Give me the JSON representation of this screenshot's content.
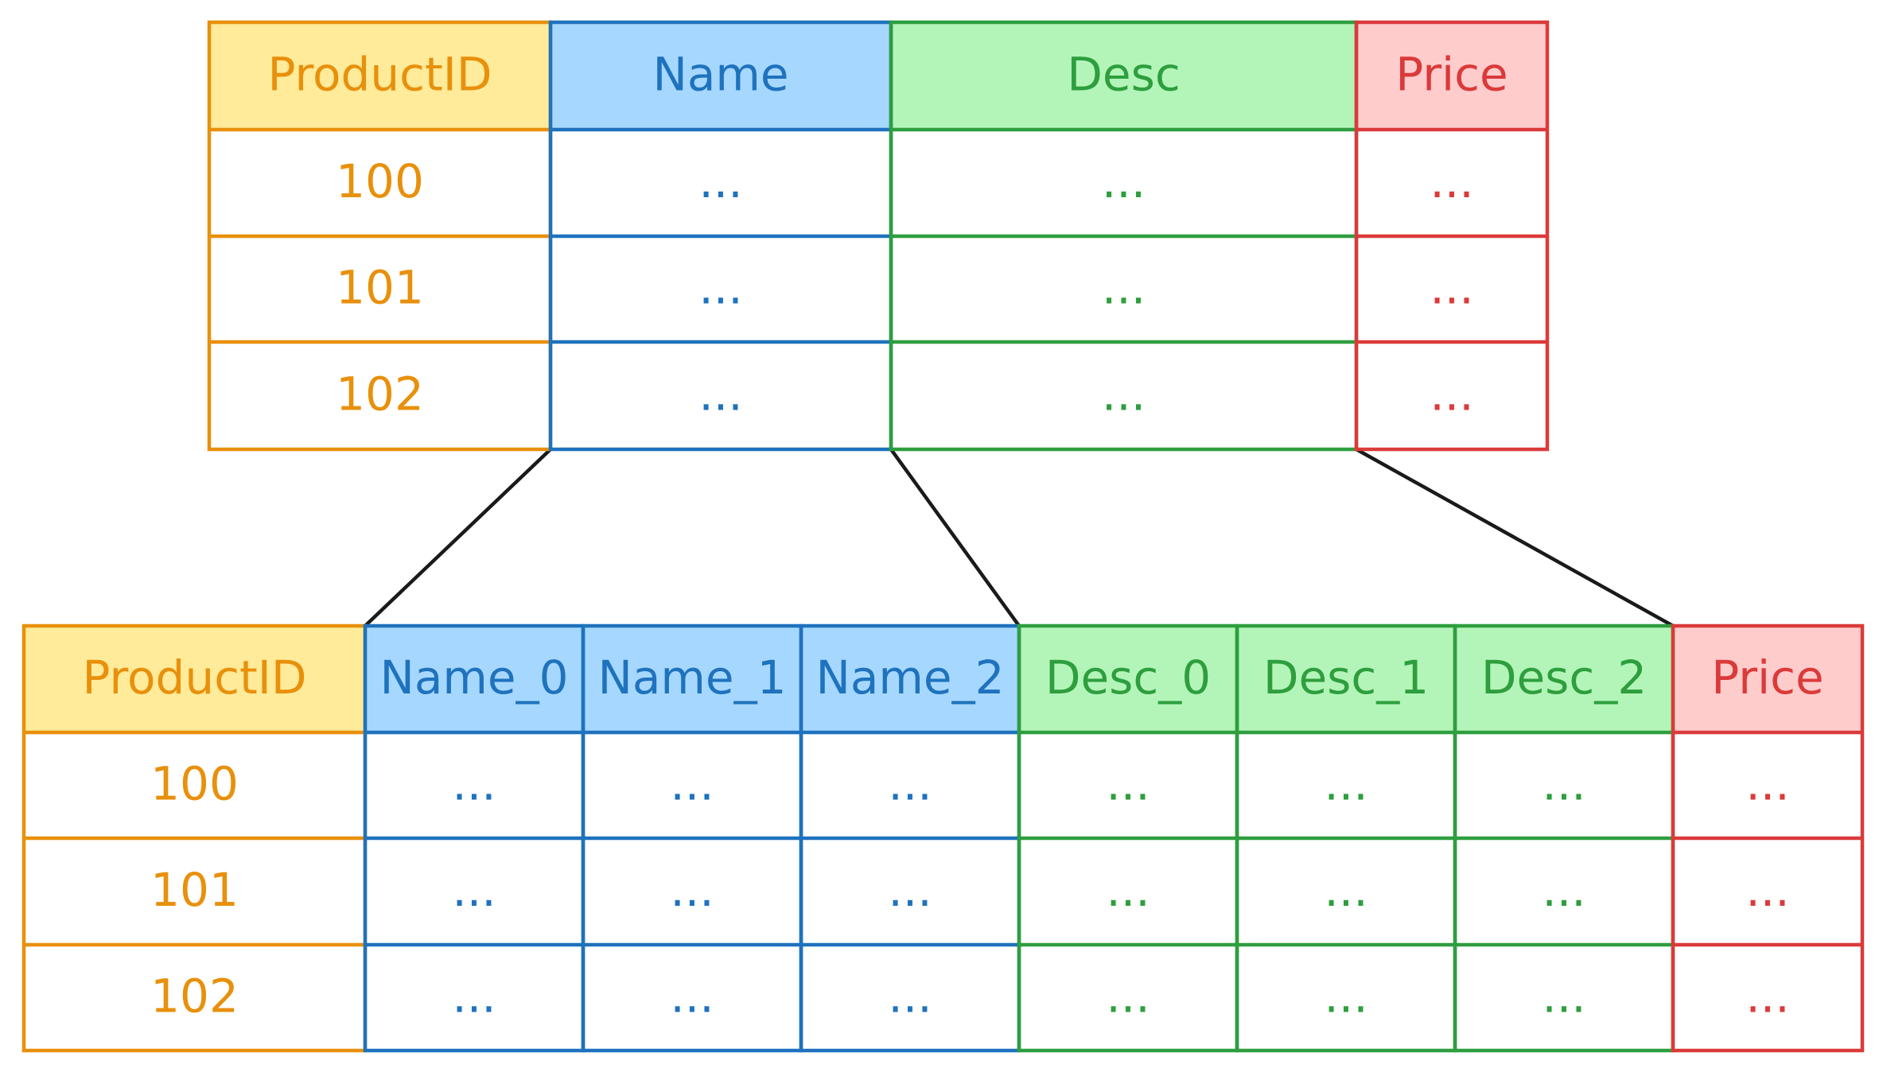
{
  "colors": {
    "orange": "#E8900C",
    "orange_header_fill": "#FFEB99",
    "blue": "#1F72BD",
    "blue_header_fill": "#A6D8FF",
    "green": "#2E9E3E",
    "green_header_fill": "#B3F5B8",
    "red": "#DB3A3A",
    "red_header_fill": "#FFCCCC",
    "connector": "#1a1a1a"
  },
  "top_table": {
    "headers": [
      "ProductID",
      "Name",
      "Desc",
      "Price"
    ],
    "rows": [
      [
        "100",
        "...",
        "...",
        "..."
      ],
      [
        "101",
        "...",
        "...",
        "..."
      ],
      [
        "102",
        "...",
        "...",
        "..."
      ]
    ]
  },
  "bottom_table": {
    "headers": [
      "ProductID",
      "Name_0",
      "Name_1",
      "Name_2",
      "Desc_0",
      "Desc_1",
      "Desc_2",
      "Price"
    ],
    "rows": [
      [
        "100",
        "...",
        "...",
        "...",
        "...",
        "...",
        "...",
        "..."
      ],
      [
        "101",
        "...",
        "...",
        "...",
        "...",
        "...",
        "...",
        "..."
      ],
      [
        "102",
        "...",
        "...",
        "...",
        "...",
        "...",
        "...",
        "..."
      ]
    ]
  }
}
